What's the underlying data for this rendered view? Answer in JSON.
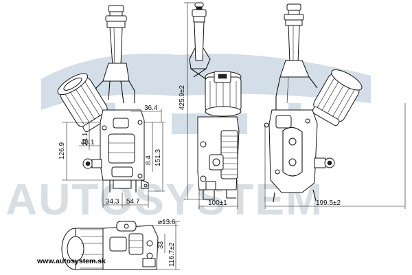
{
  "watermark": {
    "brand": "AUTOSYSTEM",
    "url": "www.autosystem.sk",
    "color": "#b9c2cc",
    "icon": "car-icon"
  },
  "views": {
    "front": {
      "dims": {
        "width_top": "36.4",
        "height_inner": "24.1",
        "offset": "48.1",
        "height_left": "126.9",
        "height_mid": "8.4",
        "height_right": "151.3",
        "width_left": "34.3",
        "width_right": "54.7"
      }
    },
    "side": {
      "dims": {
        "height_total": "425.9±2",
        "width": "100±1"
      }
    },
    "back": {
      "dims": {
        "width": "199.5±2"
      }
    },
    "bottom": {
      "dims": {
        "diameter": "⌀13.6",
        "pitch": "33",
        "height": "116.7±2"
      }
    }
  }
}
